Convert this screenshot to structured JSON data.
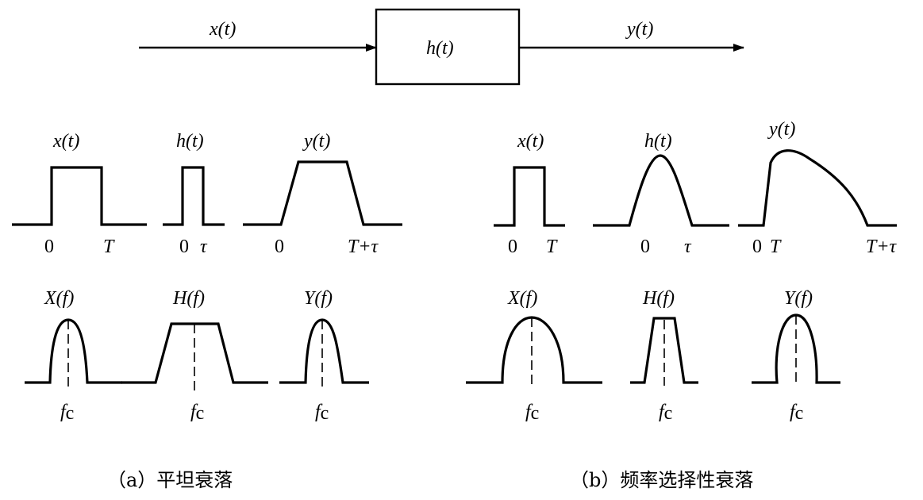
{
  "block_diagram": {
    "input_label": "x(t)",
    "system_label": "h(t)",
    "output_label": "y(t)"
  },
  "panels": [
    {
      "id": "a",
      "caption": "（a）平坦衰落",
      "time": [
        {
          "title": "x(t)",
          "shape": "rect",
          "ticks": [
            "0",
            "T"
          ]
        },
        {
          "title": "h(t)",
          "shape": "narrow-rect",
          "ticks": [
            "0",
            "τ"
          ]
        },
        {
          "title": "y(t)",
          "shape": "trapezoid",
          "ticks": [
            "0",
            "T+τ"
          ]
        }
      ],
      "freq": [
        {
          "title": "X(f)",
          "shape": "narrow-bell",
          "tick": "fc"
        },
        {
          "title": "H(f)",
          "shape": "wide-trapezoid",
          "tick": "fc"
        },
        {
          "title": "Y(f)",
          "shape": "narrow-bell",
          "tick": "fc"
        }
      ]
    },
    {
      "id": "b",
      "caption": "（b）频率选择性衰落",
      "time": [
        {
          "title": "x(t)",
          "shape": "rect",
          "ticks": [
            "0",
            "T"
          ]
        },
        {
          "title": "h(t)",
          "shape": "wide-bump",
          "ticks": [
            "0",
            "τ"
          ]
        },
        {
          "title": "y(t)",
          "shape": "skewed-bump",
          "ticks": [
            "0",
            "T",
            "T+τ"
          ]
        }
      ],
      "freq": [
        {
          "title": "X(f)",
          "shape": "wide-bell",
          "tick": "fc"
        },
        {
          "title": "H(f)",
          "shape": "narrow-trapezoid",
          "tick": "fc"
        },
        {
          "title": "Y(f)",
          "shape": "narrow-bell",
          "tick": "fc"
        }
      ]
    }
  ]
}
